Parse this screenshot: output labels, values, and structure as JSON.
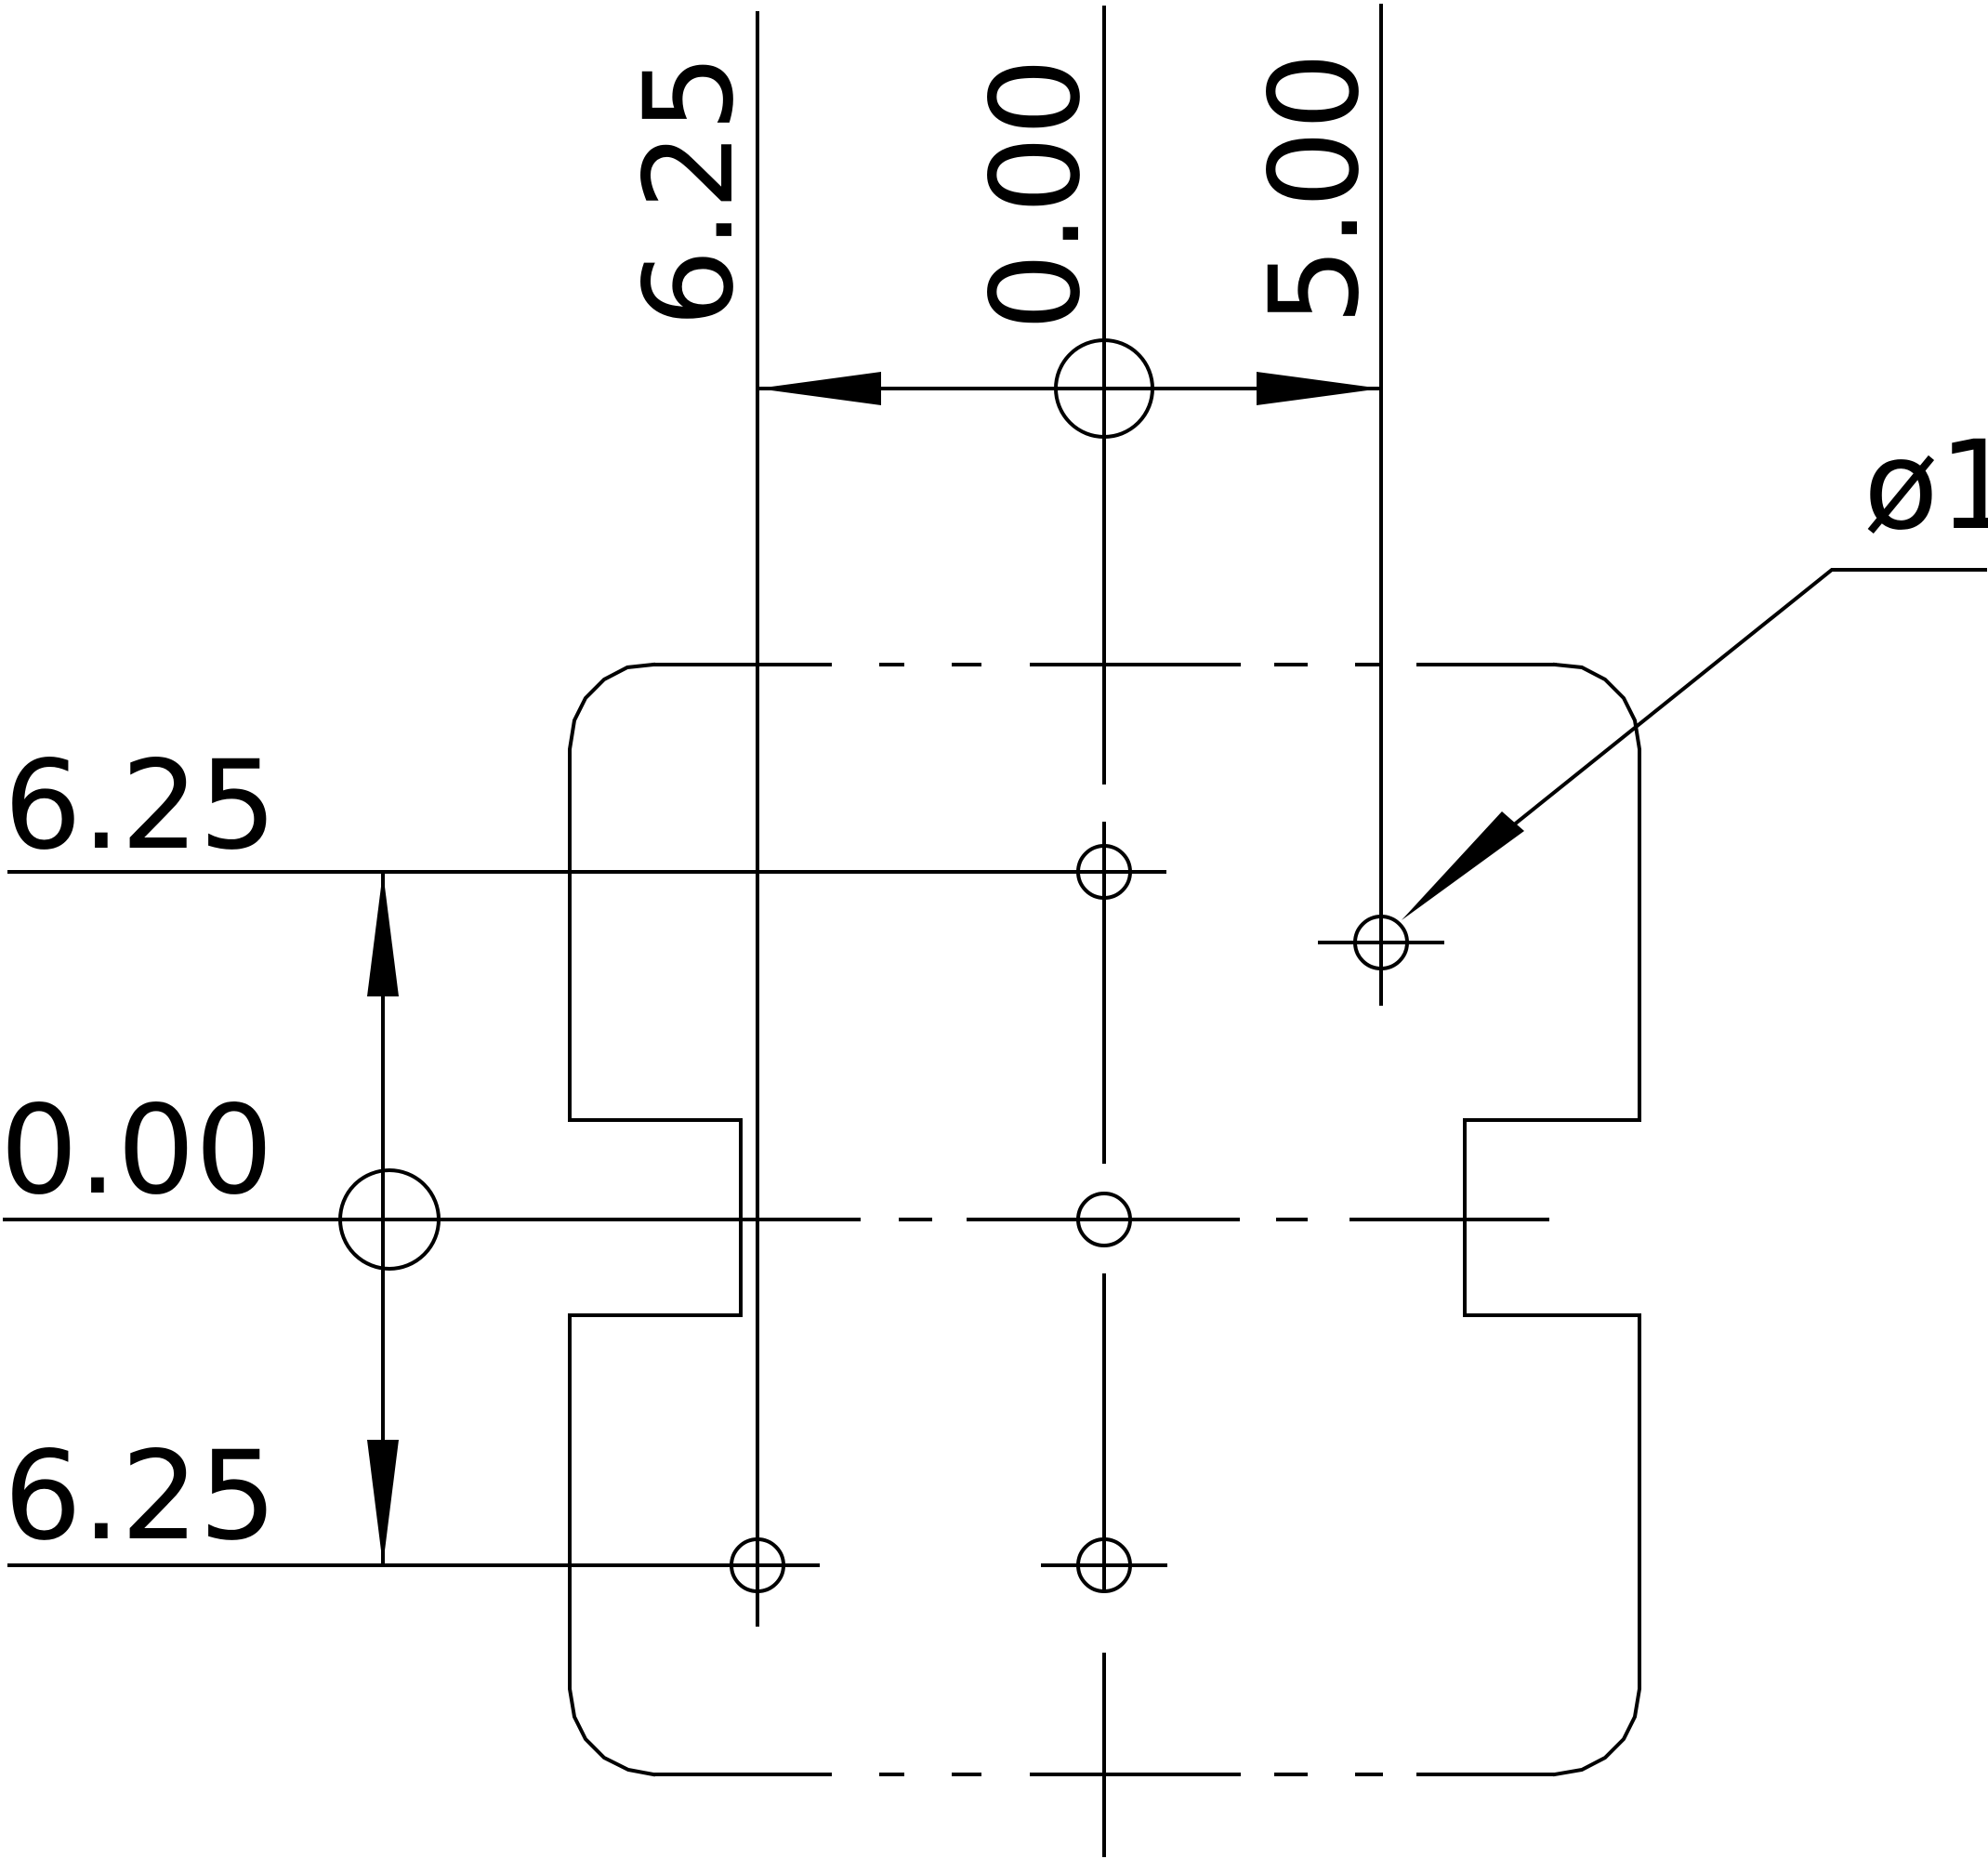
{
  "drawing": {
    "horizontal_dimensions": {
      "left": "6.25",
      "center": "0.00",
      "right": "5.00"
    },
    "vertical_dimensions": {
      "top": "6.25",
      "center": "0.00",
      "bottom": "6.25"
    },
    "diameter_callout": "ø1"
  },
  "colors": {
    "line": "#000000",
    "background": "#ffffff"
  }
}
